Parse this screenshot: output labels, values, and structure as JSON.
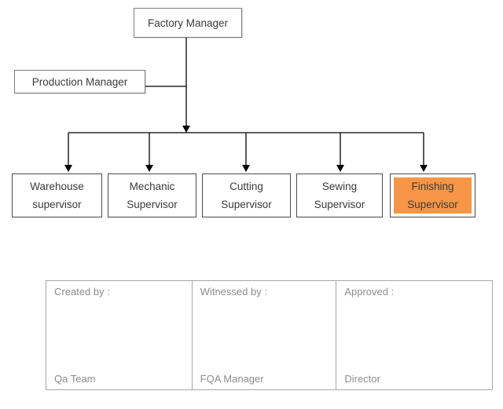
{
  "org_chart": {
    "factory_manager_label": "Factory Manager",
    "production_manager_label": "Production Manager",
    "supervisors": [
      {
        "line1": "Warehouse",
        "line2": "supervisor",
        "highlighted": false
      },
      {
        "line1": "Mechanic",
        "line2": "Supervisor",
        "highlighted": false
      },
      {
        "line1": "Cutting",
        "line2": "Supervisor",
        "highlighted": false
      },
      {
        "line1": "Sewing",
        "line2": "Supervisor",
        "highlighted": false
      },
      {
        "line1": "Finishing",
        "line2": "Supervisor",
        "highlighted": true
      }
    ]
  },
  "approval_table": {
    "cells": [
      {
        "label": "Created by :",
        "name": "Qa Team"
      },
      {
        "label": "Witnessed by :",
        "name": "FQA Manager"
      },
      {
        "label": "Approved :",
        "name": "Director"
      }
    ]
  },
  "colors": {
    "highlight_orange": "#F79646",
    "connector_black": "#000000",
    "manager_box_border": "#7F7F7F",
    "supervisor_box_border": "#4A4A4A",
    "table_border_gray": "#A6A6A6",
    "table_text_gray": "#8C8C8C",
    "box_text": "#3B3B3B"
  }
}
